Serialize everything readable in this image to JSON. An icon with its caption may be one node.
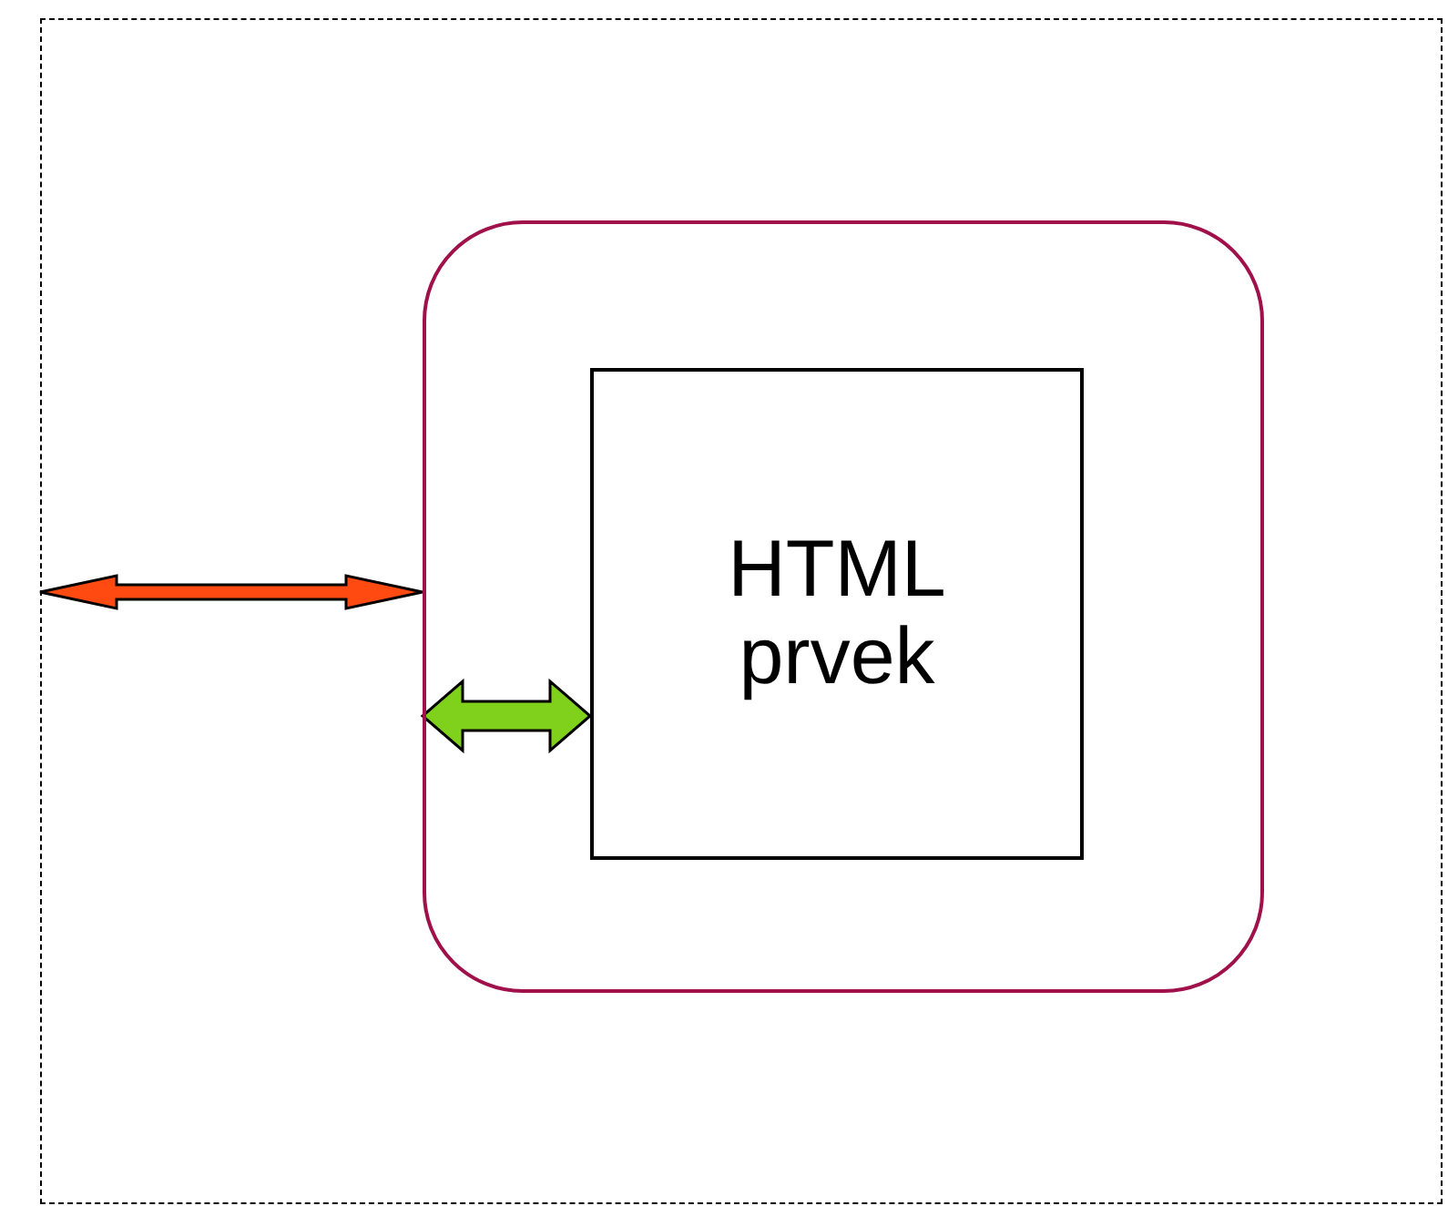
{
  "diagram": {
    "nodes": [
      {
        "text": [],
        "shape": "box"
      },
      {
        "text": [],
        "shape": "box",
        "in": 0
      },
      {
        "text": [
          "HTML prvek"
        ],
        "in": 1
      }
    ],
    "edges": [
      {
        "from": 0,
        "to": 1,
        "arrow": "both",
        "color": "#ff4a12"
      },
      {
        "from": 1,
        "to": 2,
        "arrow": "both",
        "color": "#7fd11b"
      }
    ]
  }
}
